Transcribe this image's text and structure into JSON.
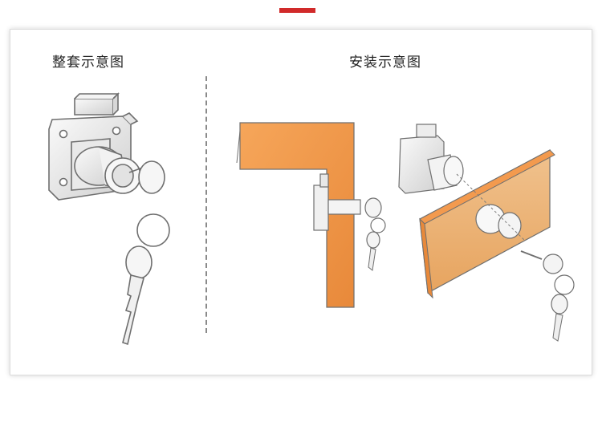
{
  "captions": {
    "left": "整套示意图",
    "right": "安装示意图"
  },
  "colors": {
    "accent_bar": "#d12a2a",
    "wood": "#f0964a",
    "metal_stroke": "#6f6f6f",
    "metal_fill": "#eeeeee"
  },
  "icons": [
    "lock-assembly-illustration",
    "install-cross-section-illustration",
    "install-perspective-illustration"
  ]
}
